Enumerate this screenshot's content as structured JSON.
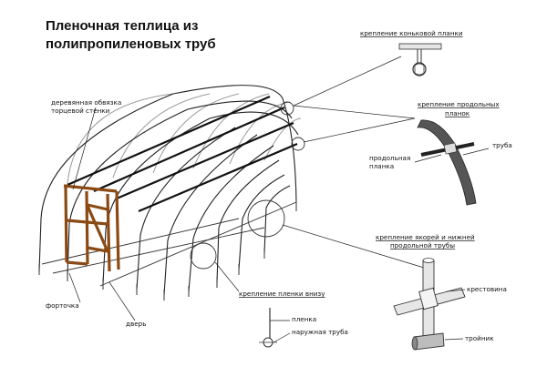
{
  "title": {
    "line1": "Пленочная теплица из",
    "line2": "полипропиленовых труб"
  },
  "labels": {
    "ridge_mount": "крепление коньковой планки",
    "long_mount_1": "крепление продольных",
    "long_mount_2": "планок",
    "long_strip_1": "продольная",
    "long_strip_2": "планка",
    "pipe": "труба",
    "wood_frame_1": "деревянная обвязка",
    "wood_frame_2": "торцевой стенки",
    "anchor_mount_1": "крепление якорей и нижней",
    "anchor_mount_2": "продольной трубы",
    "cross": "крестовина",
    "tee": "тройник",
    "film_mount": "крепление пленки внизу",
    "film": "пленка",
    "outer_pipe": "наружная труба",
    "vent": "форточка",
    "door": "дверь"
  },
  "colors": {
    "wood": "#8b4a14",
    "frame": "#222222",
    "pipe_fill": "#e6e6e6"
  }
}
